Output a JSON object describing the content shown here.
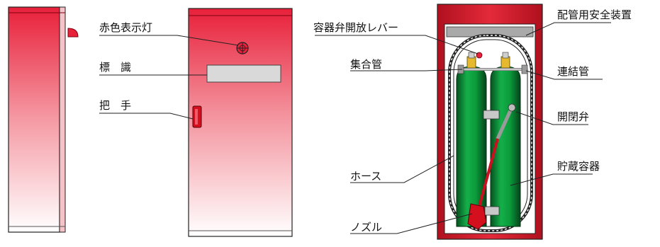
{
  "labels": {
    "indicator_light": "赤色表示灯",
    "sign": "標　識",
    "handle": "把　手",
    "valve_lever": "容器弁開放レバー",
    "safety_device": "配管用安全装置",
    "manifold": "集合管",
    "connecting_pipe": "連結管",
    "on_off_valve": "開閉弁",
    "storage_container": "貯蔵容器",
    "hose": "ホース",
    "nozzle": "ノズル"
  },
  "colors": {
    "cabinet_red": "#e8203a",
    "cabinet_red_deep": "#c80f1e",
    "cylinder_green": "#0b9a3a",
    "cylinder_dark": "#05521f",
    "brass": "#e7b92e",
    "steel": "#b8b8b8"
  }
}
